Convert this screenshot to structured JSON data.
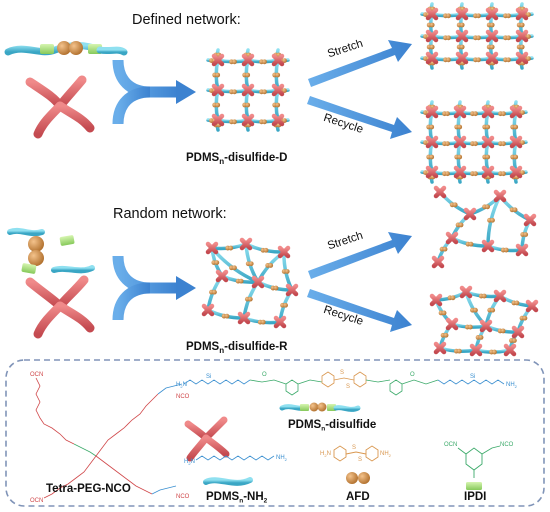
{
  "top": {
    "heading": "Defined network:",
    "product_prefix": "PDMS",
    "product_sub": "n",
    "product_suffix": "-disulfide-D",
    "stretch": "Stretch",
    "recycle": "Recycle"
  },
  "middle": {
    "heading": "Random network:",
    "product_prefix": "PDMS",
    "product_sub": "n",
    "product_suffix": "-disulfide-R",
    "stretch": "Stretch",
    "recycle": "Recycle"
  },
  "legend": {
    "tetra": "Tetra-PEG-NCO",
    "pdms_nh2_prefix": "PDMS",
    "pdms_nh2_sub": "n",
    "pdms_nh2_suffix": "-NH",
    "pdms_nh2_sub2": "2",
    "pdms_disulfide_prefix": "PDMS",
    "pdms_disulfide_sub": "n",
    "pdms_disulfide_suffix": "-disulfide",
    "afd": "AFD",
    "ipdi": "IPDI",
    "ocn": "OCN",
    "nco": "NCO",
    "nh2": "NH",
    "h2n": "H",
    "two": "2",
    "atom_o": "O",
    "atom_n": "N",
    "atom_s": "S",
    "atom_si": "Si",
    "atom_h": "H"
  },
  "colors": {
    "cyan_chain": "#5bbfd6",
    "red_crosslinker": "#d9676a",
    "orange_disulfide": "#d9974f",
    "green_ipdi": "#a8e07a",
    "blue_arrow": "#4a8fd8",
    "dashed_border": "#8094b8",
    "chem_red": "#d0484a",
    "chem_green": "#3caa6a",
    "chem_blue": "#3a8fd0",
    "chem_orange": "#d9974f"
  }
}
